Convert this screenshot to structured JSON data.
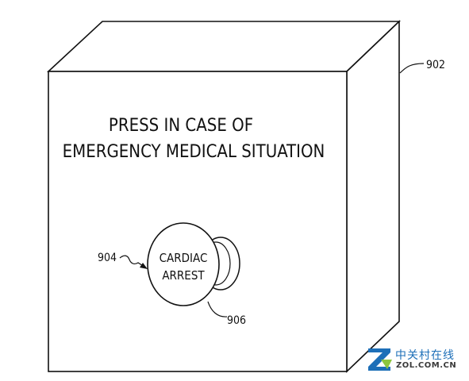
{
  "diagram": {
    "panel_text_line1": "PRESS IN CASE OF",
    "panel_text_line2": "EMERGENCY MEDICAL SITUATION",
    "button_label_line1": "CARDIAC",
    "button_label_line2": "ARREST",
    "ref_box": "902",
    "ref_button": "904",
    "ref_base": "906"
  },
  "watermark": {
    "brand_cn": "中关村在线",
    "brand_en": "ZOL.COM.CN",
    "logo_letter": "Z",
    "accent_color": "#1d6fb8",
    "highlight_color": "#8dc63f"
  }
}
